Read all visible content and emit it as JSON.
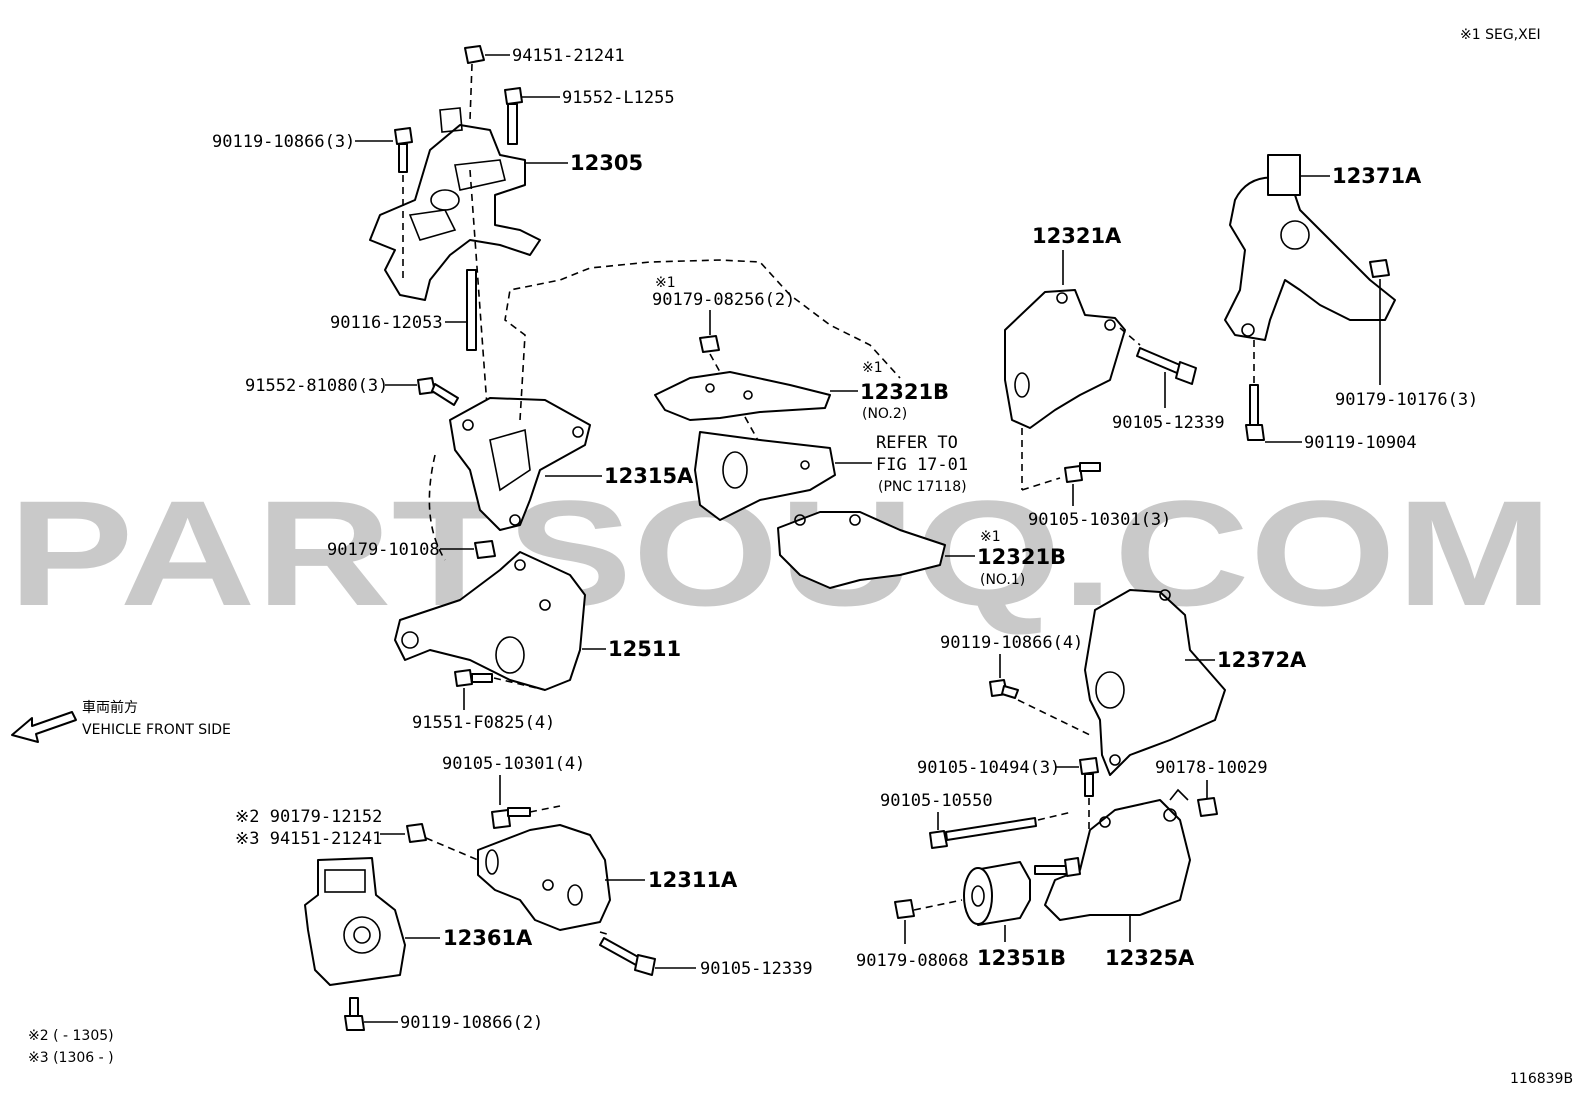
{
  "header_note": "※1 SEG,XEI",
  "watermark": "PARTSOUQ.COM",
  "figure_id": "116839B",
  "direction": {
    "jp": "車両前方",
    "en": "VEHICLE FRONT SIDE"
  },
  "footnotes": {
    "n2": "※2 (        - 1305)",
    "n3": "※3 (1306 -        )"
  },
  "refer": {
    "line1": "REFER TO",
    "line2": "FIG 17-01",
    "line3": "(PNC 17118)"
  },
  "labels": {
    "p94151_21241": "94151-21241",
    "p91552_L1255": "91552-L1255",
    "p90119_10866_3": "90119-10866(3)",
    "p12305": "12305",
    "p90116_12053": "90116-12053",
    "p91552_81080_3": "91552-81080(3)",
    "p12315A": "12315A",
    "p90179_10108": "90179-10108",
    "p12511": "12511",
    "p91551_F0825_4": "91551-F0825(4)",
    "m1a": "※1",
    "p90179_08256_2": "90179-08256(2)",
    "m1b": "※1",
    "p12321B_a": "12321B",
    "no2": "(NO.2)",
    "m1c": "※1",
    "p12321B_b": "12321B",
    "no1": "(NO.1)",
    "p12321A": "12321A",
    "p90105_12339_a": "90105-12339",
    "p90105_10301_3": "90105-10301(3)",
    "p12371A": "12371A",
    "p90179_10176_3": "90179-10176(3)",
    "p90119_10904": "90119-10904",
    "p90119_10866_4": "90119-10866(4)",
    "p12372A": "12372A",
    "p90105_10494_3": "90105-10494(3)",
    "p90178_10029": "90178-10029",
    "p90105_10550": "90105-10550",
    "p90179_08068": "90179-08068",
    "p12351B": "12351B",
    "p12325A": "12325A",
    "p90105_10301_4": "90105-10301(4)",
    "p90179_12152": "※2 90179-12152",
    "p94151_21241_b": "※3 94151-21241",
    "p12311A": "12311A",
    "p12361A": "12361A",
    "p90105_12339_b": "90105-12339",
    "p90119_10866_2": "90119-10866(2)"
  }
}
